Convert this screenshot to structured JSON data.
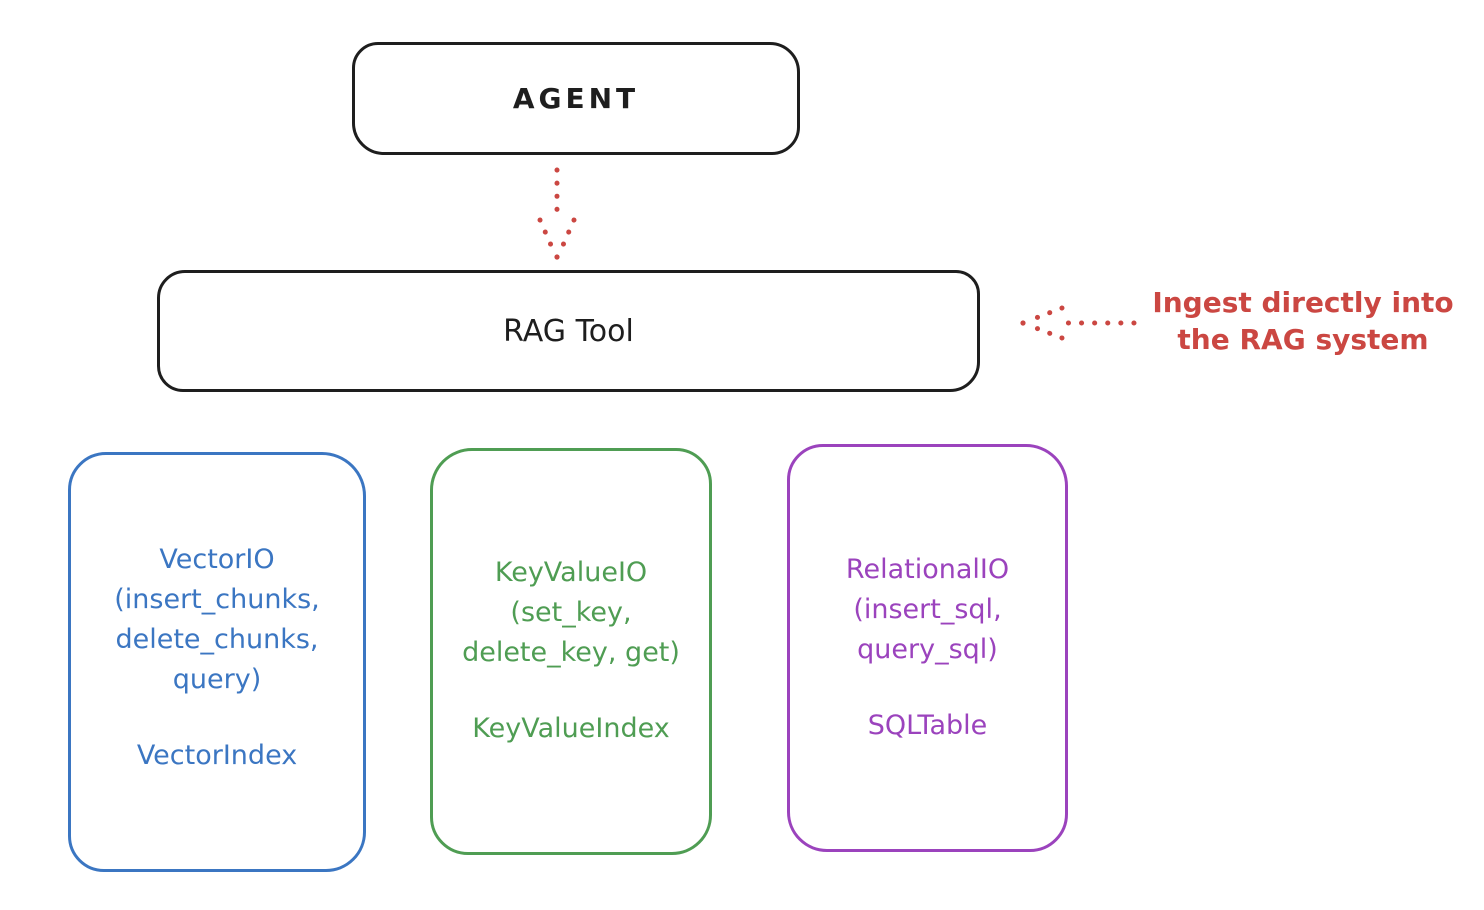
{
  "diagram": {
    "background": "#ffffff",
    "colors": {
      "stroke": "#1e1e1e",
      "red": "#cb4742",
      "blue": "#3b76c2",
      "green": "#4f9d53",
      "purple": "#9b43bd"
    },
    "agent": {
      "label": "AGENT"
    },
    "rag_tool": {
      "label": "RAG Tool"
    },
    "arrows": {
      "agent_to_rag_tool": "dotted-down-arrow",
      "ingest_into_rag": "dotted-left-arrow"
    },
    "annotation": {
      "line1": "Ingest directly into",
      "line2": "the RAG system"
    },
    "backends": [
      {
        "title": "VectorIO",
        "ops": [
          "(insert_chunks,",
          "delete_chunks,",
          "query)"
        ],
        "index": "VectorIndex",
        "color": "#3b76c2"
      },
      {
        "title": "KeyValueIO",
        "ops": [
          "(set_key,",
          "delete_key, get)"
        ],
        "index": "KeyValueIndex",
        "color": "#4f9d53"
      },
      {
        "title": "RelationalIO",
        "ops": [
          "(insert_sql,",
          "query_sql)"
        ],
        "index": "SQLTable",
        "color": "#9b43bd"
      }
    ]
  }
}
